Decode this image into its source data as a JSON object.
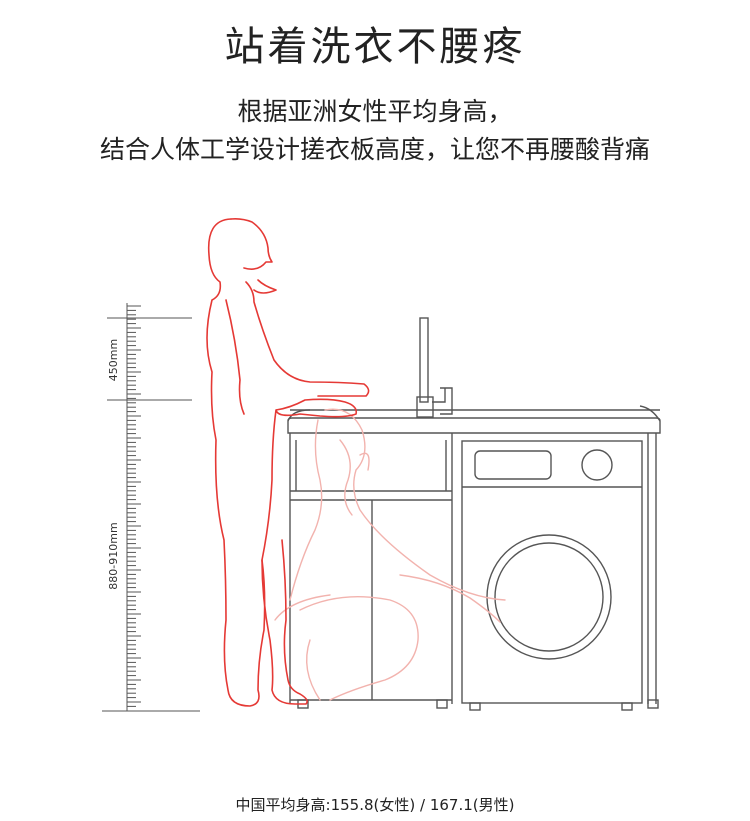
{
  "header": {
    "title": "站着洗衣不腰疼",
    "subtitle_line1": "根据亚洲女性平均身高，",
    "subtitle_line2": "结合人体工学设计搓衣板高度，让您不再腰酸背痛"
  },
  "ruler": {
    "upper_label": "450mm",
    "lower_label": "880-910mm"
  },
  "footer": {
    "text": "中国平均身高:155.8(女性)  /   167.1(男性)"
  },
  "colors": {
    "figure_red": "#e53935",
    "figure_ghost": "#f2b3ae",
    "line_gray": "#555555"
  }
}
